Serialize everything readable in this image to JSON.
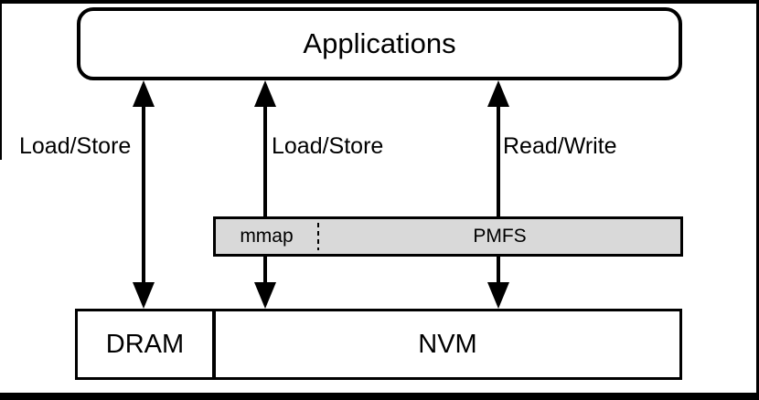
{
  "colors": {
    "line": "#000000",
    "box_fill": "#ffffff",
    "middleware_fill": "#d9d9d9",
    "frame": "#000000"
  },
  "top_box": {
    "label": "Applications"
  },
  "arrows": [
    {
      "label": "Load/Store"
    },
    {
      "label": "Load/Store"
    },
    {
      "label": "Read/Write"
    }
  ],
  "middleware": {
    "mmap_label": "mmap",
    "pmfs_label": "PMFS"
  },
  "storage": {
    "dram_label": "DRAM",
    "nvm_label": "NVM"
  }
}
